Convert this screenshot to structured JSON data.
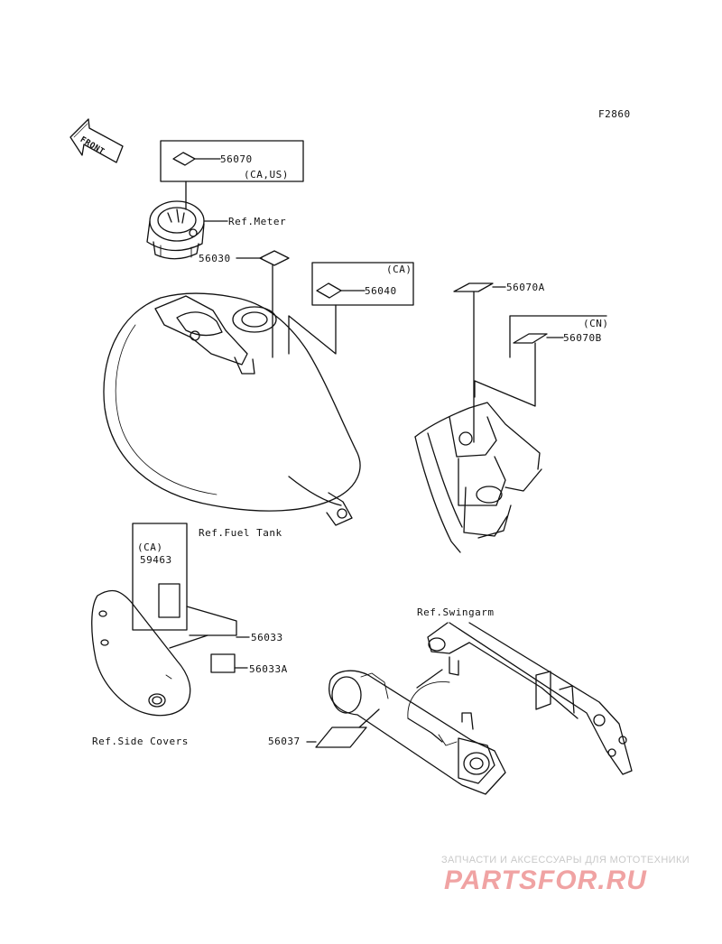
{
  "figure_code": "F2860",
  "front_arrow_label": "FRONT",
  "parts": {
    "p56070": "56070",
    "p56070_region": "(CA,US)",
    "ref_meter": "Ref.Meter",
    "p56030": "56030",
    "p56040_region": "(CA)",
    "p56040": "56040",
    "p56070A": "56070A",
    "p56070B_region": "(CN)",
    "p56070B": "56070B",
    "ref_fuel_tank": "Ref.Fuel Tank",
    "p59463_region": "(CA)",
    "p59463": "59463",
    "p56033": "56033",
    "p56033A": "56033A",
    "ref_swingarm": "Ref.Swingarm",
    "ref_side_covers": "Ref.Side Covers",
    "p56037": "56037"
  },
  "watermark": {
    "tagline": "ЗАПЧАСТИ И АКСЕССУАРЫ ДЛЯ МОТОТЕХНИКИ",
    "logo": "PARTSFOR.RU"
  },
  "colors": {
    "line": "#111111",
    "watermark": "#f0a3a3"
  }
}
